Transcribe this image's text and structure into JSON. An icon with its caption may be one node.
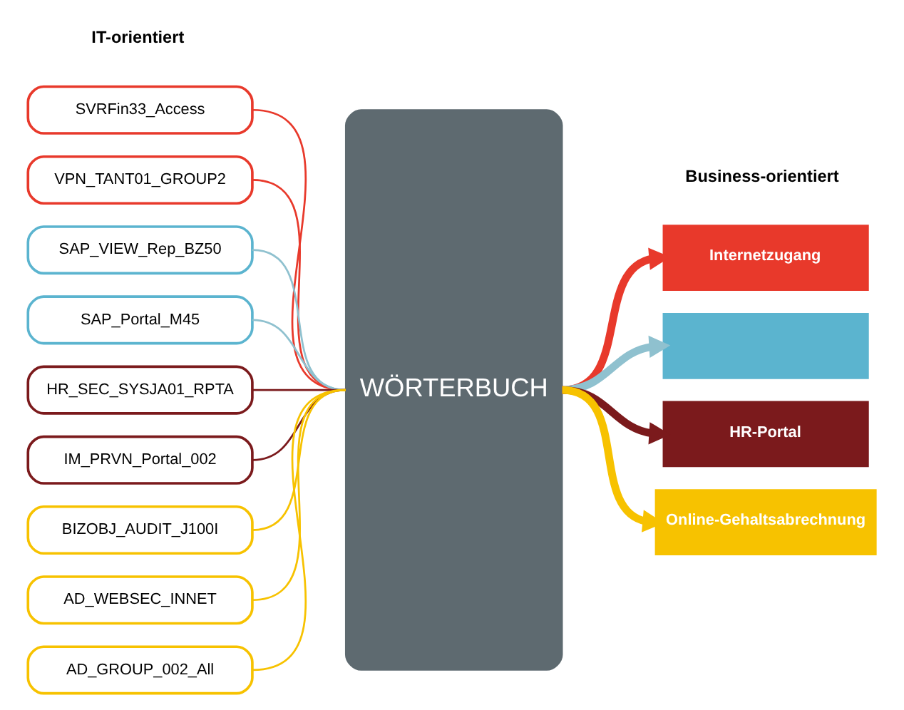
{
  "diagram": {
    "nodes": [
      {
        "text": [
          "SVRFin33_Access"
        ]
      },
      {
        "text": [
          "VPN_TANT01_GROUP2"
        ]
      },
      {
        "text": [
          "SAP_VIEW_Rep_BZ50"
        ]
      },
      {
        "text": [
          "SAP_Portal_M45"
        ]
      },
      {
        "text": [
          "HR_SEC_SYSJA01_RPTA"
        ]
      },
      {
        "text": [
          "IM_PRVN_Portal_002"
        ]
      },
      {
        "text": [
          "BIZOBJ_AUDIT_J100I"
        ]
      },
      {
        "text": [
          "AD_WEBSEC_INNET"
        ]
      },
      {
        "text": [
          "AD_GROUP_002_All"
        ]
      },
      {
        "text": [
          "WÖRTERBUCH"
        ]
      },
      {
        "text": [
          "Internetzugang"
        ]
      },
      {
        "text": [],
        "shape": "box"
      },
      {
        "text": [
          "HR-Portal"
        ]
      },
      {
        "text": [
          "Online-Gehaltsabrechnung"
        ]
      }
    ],
    "edges": [
      {
        "from": 0,
        "to": 9,
        "arrow": "none",
        "color": "#e8392b"
      },
      {
        "from": 1,
        "to": 9,
        "arrow": "none",
        "color": "#e8392b"
      },
      {
        "from": 2,
        "to": 9,
        "arrow": "none",
        "color": "#8fc1cf"
      },
      {
        "from": 3,
        "to": 9,
        "arrow": "none",
        "color": "#8fc1cf"
      },
      {
        "from": 4,
        "to": 9,
        "arrow": "none",
        "color": "#7b1a1c"
      },
      {
        "from": 5,
        "to": 9,
        "arrow": "none",
        "color": "#7b1a1c"
      },
      {
        "from": 6,
        "to": 9,
        "arrow": "none",
        "color": "#f7c200"
      },
      {
        "from": 7,
        "to": 9,
        "arrow": "none",
        "color": "#f7c200"
      },
      {
        "from": 8,
        "to": 9,
        "arrow": "none",
        "color": "#f7c200"
      },
      {
        "from": 9,
        "to": 10,
        "arrow": "to",
        "style": "thick",
        "color": "#e8392b"
      },
      {
        "from": 9,
        "to": 11,
        "arrow": "to",
        "style": "thick",
        "color": "#8fc1cf"
      },
      {
        "from": 9,
        "to": 12,
        "arrow": "to",
        "style": "thick",
        "color": "#7b1a1c"
      },
      {
        "from": 9,
        "to": 13,
        "arrow": "to",
        "style": "thick",
        "color": "#f7c200"
      }
    ],
    "labels": [
      "IT-orientiert",
      "Business-orientiert"
    ]
  }
}
